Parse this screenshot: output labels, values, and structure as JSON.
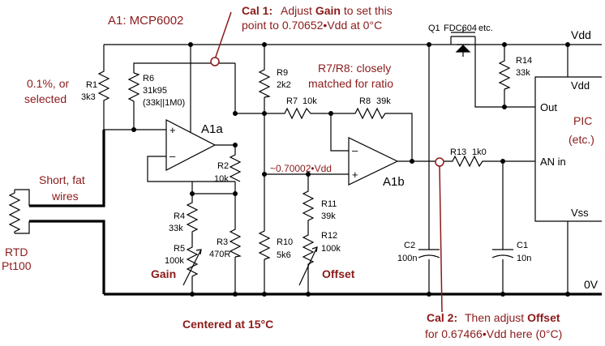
{
  "title": "A1:  MCP6002",
  "cal1": {
    "head": "Cal 1:",
    "pre": "Adjust ",
    "key": "Gain",
    "post": " to set this",
    "line2": "point to 0.70652•Vdd at 0°C"
  },
  "cal2": {
    "head": "Cal 2:",
    "pre": "Then adjust ",
    "key": "Offset",
    "line2": "for 0.67466•Vdd here (0°C)"
  },
  "ratio_note": {
    "line1": "R7/R8: closely",
    "line2": "matched for ratio"
  },
  "pct_note": {
    "line1": "0.1%, or",
    "line2": "selected"
  },
  "short_note": {
    "line1": "Short, fat",
    "line2": "wires"
  },
  "center_note": "Centered at 15°C",
  "vref_note": "~0.70002•Vdd",
  "rtd": {
    "line1": "RTD",
    "line2": "Pt100"
  },
  "opamps": {
    "a": "A1a",
    "b": "A1b"
  },
  "pins": {
    "plus": "+",
    "minus": "–"
  },
  "components": {
    "R1": {
      "ref": "R1",
      "val": "3k3"
    },
    "R2": {
      "ref": "R2",
      "val": "10k"
    },
    "R3": {
      "ref": "R3",
      "val": "470R"
    },
    "R4": {
      "ref": "R4",
      "val": "33k"
    },
    "R5": {
      "ref": "R5",
      "val": "100k",
      "tag": "Gain"
    },
    "R6": {
      "ref": "R6",
      "val": "31k95",
      "val2": "(33k||1M0)"
    },
    "R7": {
      "ref": "R7",
      "val": "10k"
    },
    "R8": {
      "ref": "R8",
      "val": "39k"
    },
    "R9": {
      "ref": "R9",
      "val": "2k2"
    },
    "R10": {
      "ref": "R10",
      "val": "5k6"
    },
    "R11": {
      "ref": "R11",
      "val": "39k"
    },
    "R12": {
      "ref": "R12",
      "val": "100k",
      "tag": "Offset"
    },
    "R13": {
      "ref": "R13",
      "val": "1k0"
    },
    "R14": {
      "ref": "R14",
      "val": "33k"
    },
    "C1": {
      "ref": "C1",
      "val": "10n"
    },
    "C2": {
      "ref": "C2",
      "val": "100n"
    },
    "Q1": {
      "ref": "Q1",
      "val": "FDC604",
      "extra": "etc."
    }
  },
  "nets": {
    "vdd": "Vdd",
    "gnd": "0V"
  },
  "pic": {
    "name": "PIC",
    "sub": "(etc.)",
    "vdd": "Vdd",
    "out": "Out",
    "anin": "AN in",
    "vss": "Vss"
  },
  "colors": {
    "annotation": "#8b1a1a",
    "wire": "#000000"
  }
}
